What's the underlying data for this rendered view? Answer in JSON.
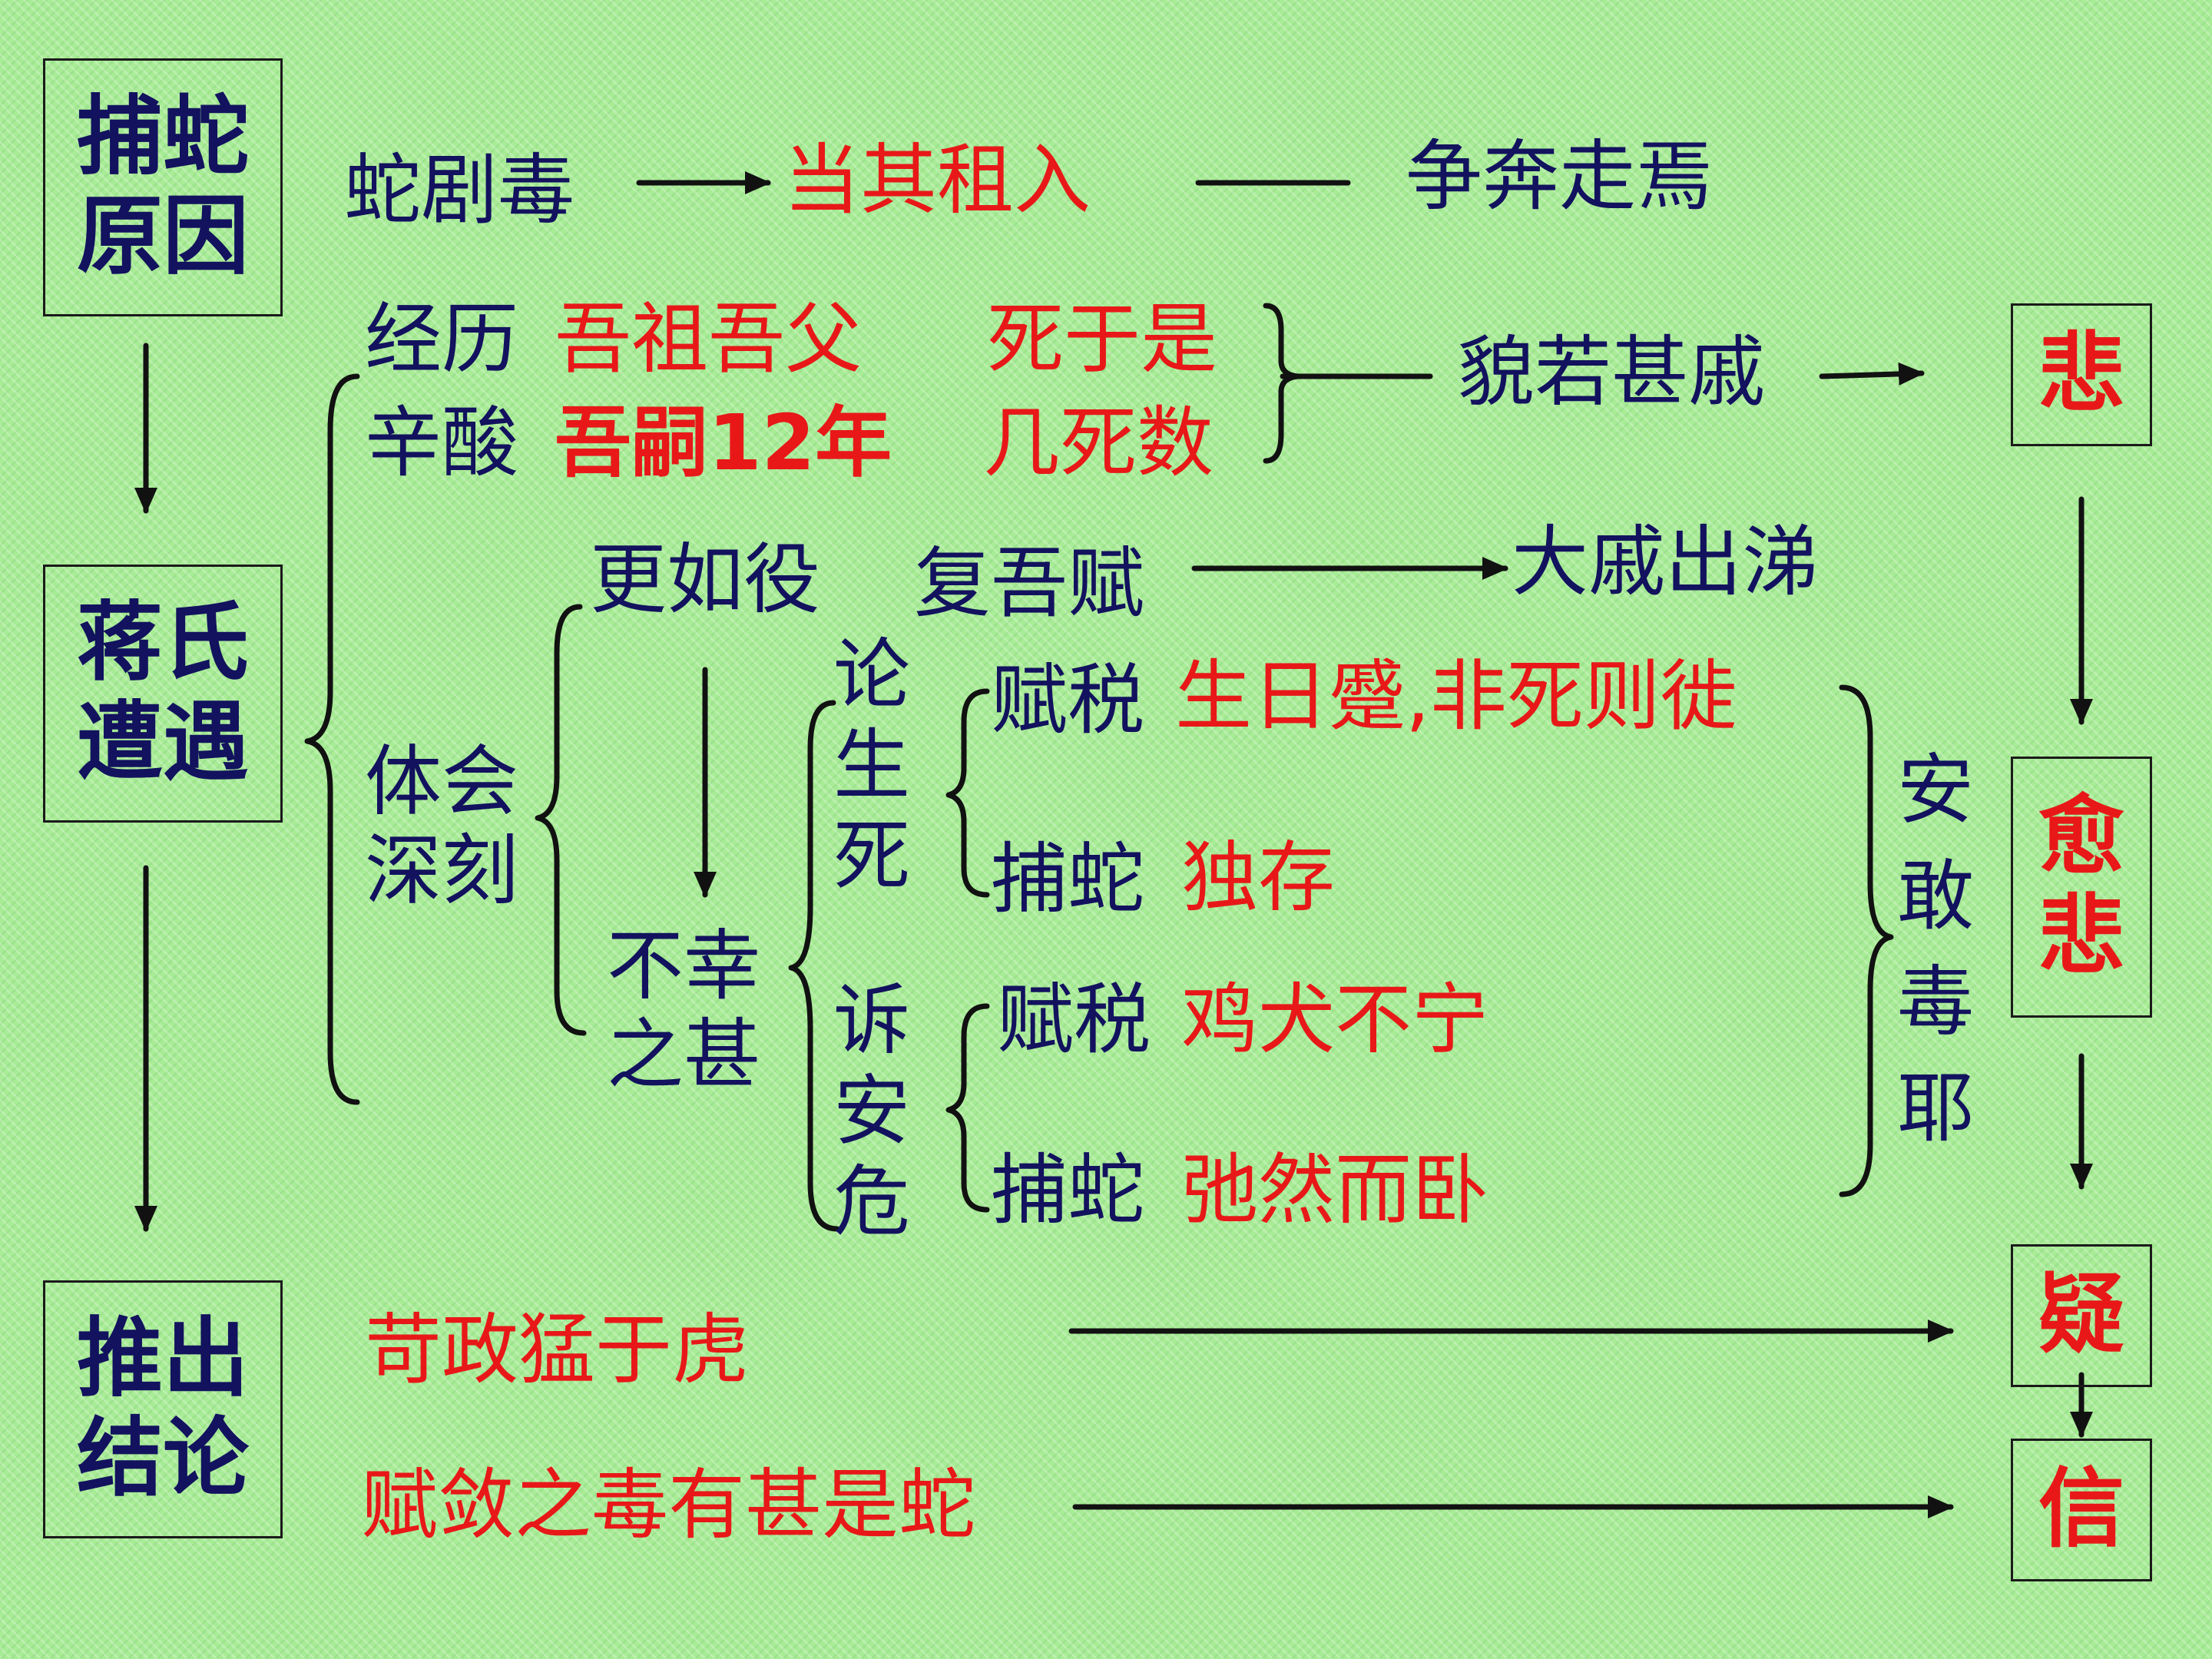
{
  "left_boxes": {
    "reason": "捕蛇\n原因",
    "encounter": "蒋氏\n遭遇",
    "conclusion": "推出\n结论"
  },
  "right_boxes": {
    "sad": "悲",
    "sadder": "愈\n悲",
    "doubt": "疑",
    "believe": "信"
  },
  "row1": {
    "snake_poison": "蛇剧毒",
    "rent": "当其租入",
    "rush": "争奔走焉"
  },
  "experience": {
    "label_line1": "经历",
    "label_line2": "辛酸",
    "ancestors": "吾祖吾父",
    "died_of_it": "死于是",
    "self_years": "吾嗣12年",
    "nearly_died": "几死数",
    "looks_sad": "貌若甚戚"
  },
  "understanding": {
    "label": "体会\n深刻",
    "change_duty": "更如役",
    "restore_tax": "复吾赋",
    "weep": "大戚出涕",
    "misfortune": "不幸\n之甚"
  },
  "life_death": {
    "label": "论\n生\n死",
    "tax_label": "赋税",
    "tax_text": "生日蹙,非死则徙",
    "catch_label": "捕蛇",
    "catch_text": "独存"
  },
  "safety": {
    "label": "诉\n安\n危",
    "tax_label": "赋税",
    "tax_text": "鸡犬不宁",
    "catch_label": "捕蛇",
    "catch_text": "弛然而卧"
  },
  "dare": "安\n敢\n毒\n耶",
  "conclusions": {
    "harsh_rule": "苛政猛于虎",
    "tax_poison": "赋敛之毒有甚是蛇"
  },
  "colors": {
    "background": "#a8ec96",
    "navy_text": "#12125e",
    "red_text": "#e81818",
    "line": "#111111"
  }
}
